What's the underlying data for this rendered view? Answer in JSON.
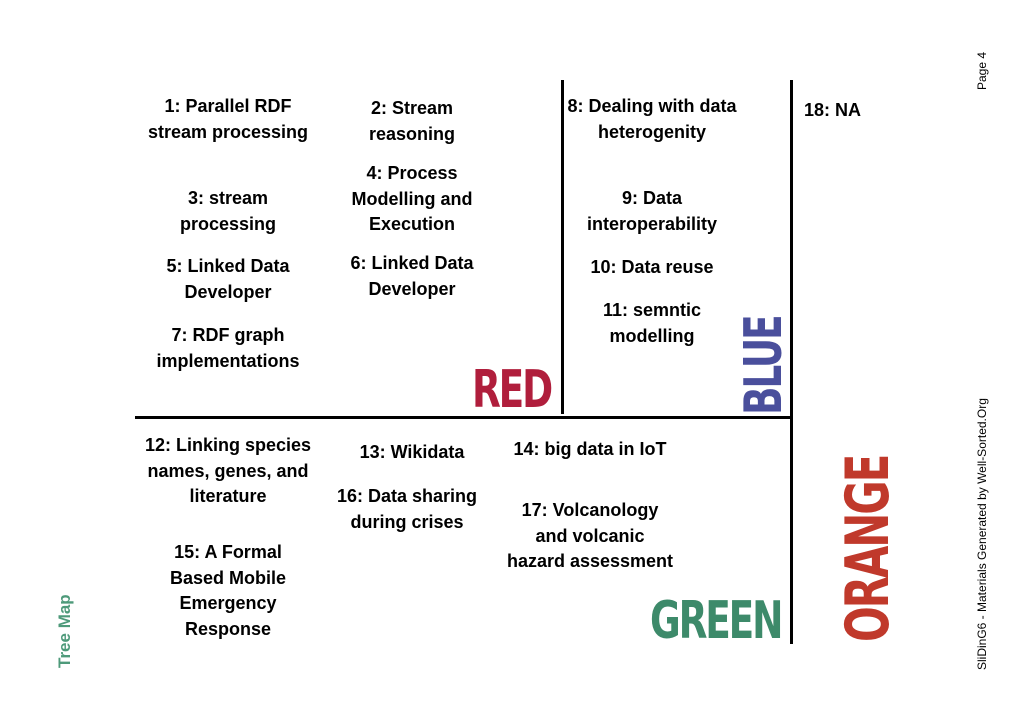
{
  "page_label": "Page 4",
  "footer_credit": "SliDinG6 - Materials Generated by Well-Sorted.Org",
  "map_title": "Tree Map",
  "groups": {
    "red": {
      "label": "RED",
      "color": "#b01e3c",
      "items": [
        "1: Parallel RDF stream processing",
        "3: stream processing",
        "5: Linked Data Developer",
        "7: RDF graph implementations",
        "2: Stream reasoning",
        "4: Process Modelling and Execution",
        "6: Linked Data Developer"
      ]
    },
    "blue": {
      "label": "BLUE",
      "color": "#4a4f9c",
      "items": [
        "8: Dealing with data heterogenity",
        "9: Data interoperability",
        "10: Data reuse",
        "11: semntic modelling"
      ]
    },
    "orange": {
      "label": "ORANGE",
      "color": "#c0392b",
      "items": [
        "18: NA"
      ]
    },
    "green": {
      "label": "GREEN",
      "color": "#3d8a6a",
      "items": [
        "12: Linking species names, genes, and literature",
        "15: A Formal Based Mobile Emergency Response",
        "13: Wikidata",
        "16: Data sharing during crises",
        "14: big data in IoT",
        "17: Volcanology and volcanic hazard assessment"
      ]
    }
  }
}
